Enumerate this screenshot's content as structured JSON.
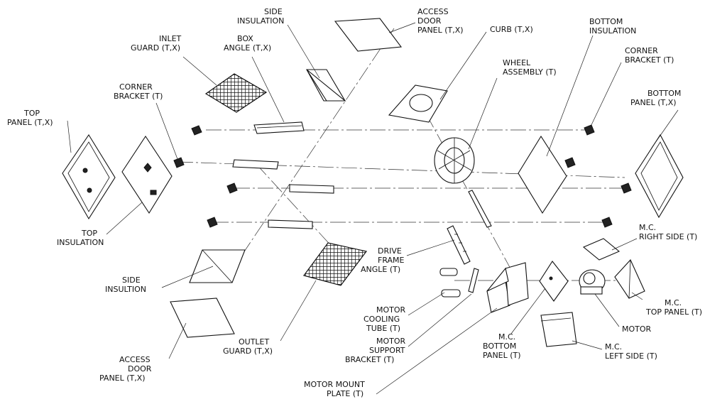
{
  "labels": {
    "top_panel": [
      "TOP",
      "PANEL (T,X)"
    ],
    "top_insulation": [
      "TOP",
      "INSULATION"
    ],
    "corner_bracket_left": [
      "CORNER",
      "BRACKET (T)"
    ],
    "inlet_guard": [
      "INLET",
      "GUARD (T,X)"
    ],
    "box_angle": [
      "BOX",
      "ANGLE (T,X)"
    ],
    "side_insulation_top": [
      "SIDE",
      "INSULATION"
    ],
    "access_door_top": [
      "ACCESS",
      "DOOR",
      "PANEL (T,X)"
    ],
    "curb": [
      "CURB (T,X)"
    ],
    "wheel_assembly": [
      "WHEEL",
      "ASSEMBLY (T)"
    ],
    "bottom_insulation": [
      "BOTTOM",
      "INSULATION"
    ],
    "corner_bracket_right": [
      "CORNER",
      "BRACKET (T)"
    ],
    "bottom_panel": [
      "BOTTOM",
      "PANEL (T,X)"
    ],
    "side_insultion": [
      "SIDE",
      "INSULTION"
    ],
    "access_door_bottom": [
      "ACCESS",
      "DOOR",
      "PANEL (T,X)"
    ],
    "outlet_guard": [
      "OUTLET",
      "GUARD (T,X)"
    ],
    "drive_frame_angle": [
      "DRIVE",
      "FRAME",
      "ANGLE (T)"
    ],
    "motor_cooling_tube": [
      "MOTOR",
      "COOLING",
      "TUBE (T)"
    ],
    "motor_support_bracket": [
      "MOTOR",
      "SUPPORT",
      "BRACKET (T)"
    ],
    "motor_mount_plate": [
      "MOTOR MOUNT",
      "PLATE (T)"
    ],
    "mc_bottom_panel": [
      "M.C.",
      "BOTTOM",
      "PANEL (T)"
    ],
    "mc_right_side": [
      "M.C.",
      "RIGHT SIDE (T)"
    ],
    "mc_top_panel": [
      "M.C.",
      "TOP PANEL (T)"
    ],
    "motor": [
      "MOTOR"
    ],
    "mc_left_side": [
      "M.C.",
      "LEFT SIDE (T)"
    ]
  }
}
